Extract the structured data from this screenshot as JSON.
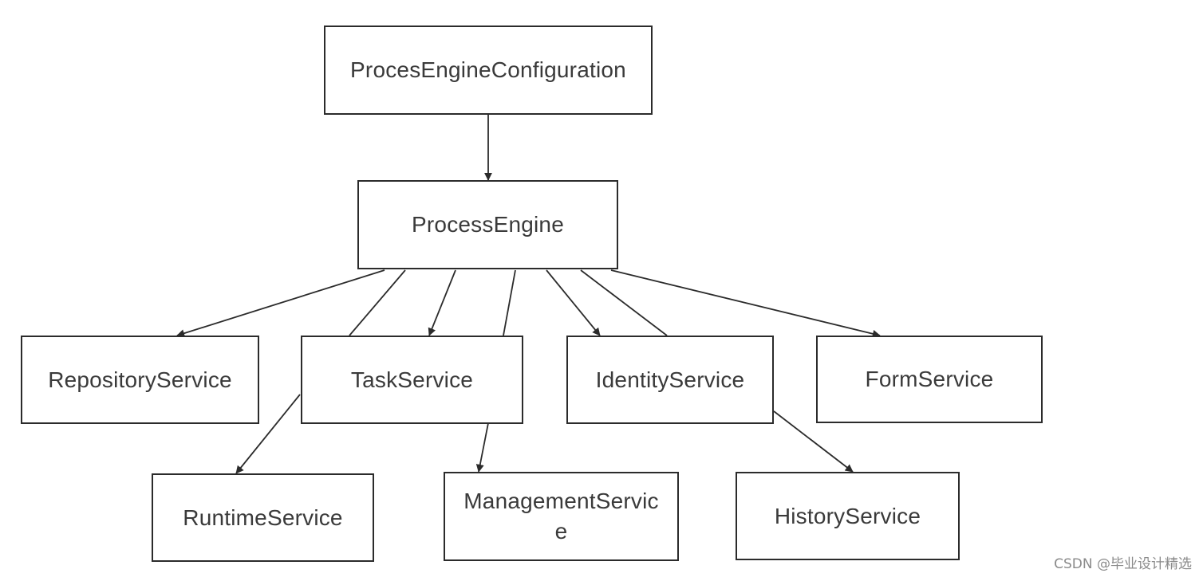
{
  "nodes": {
    "config": "ProcesEngineConfiguration",
    "engine": "ProcessEngine",
    "repository": "RepositoryService",
    "task": "TaskService",
    "identity": "IdentityService",
    "form": "FormService",
    "runtime": "RuntimeService",
    "management_line1": "ManagementServic",
    "management_line2": "e",
    "history": "HistoryService"
  },
  "watermark": "CSDN @毕业设计精选",
  "colors": {
    "stroke": "#2b2b2b",
    "text": "#3a3a3a",
    "background": "#ffffff"
  }
}
